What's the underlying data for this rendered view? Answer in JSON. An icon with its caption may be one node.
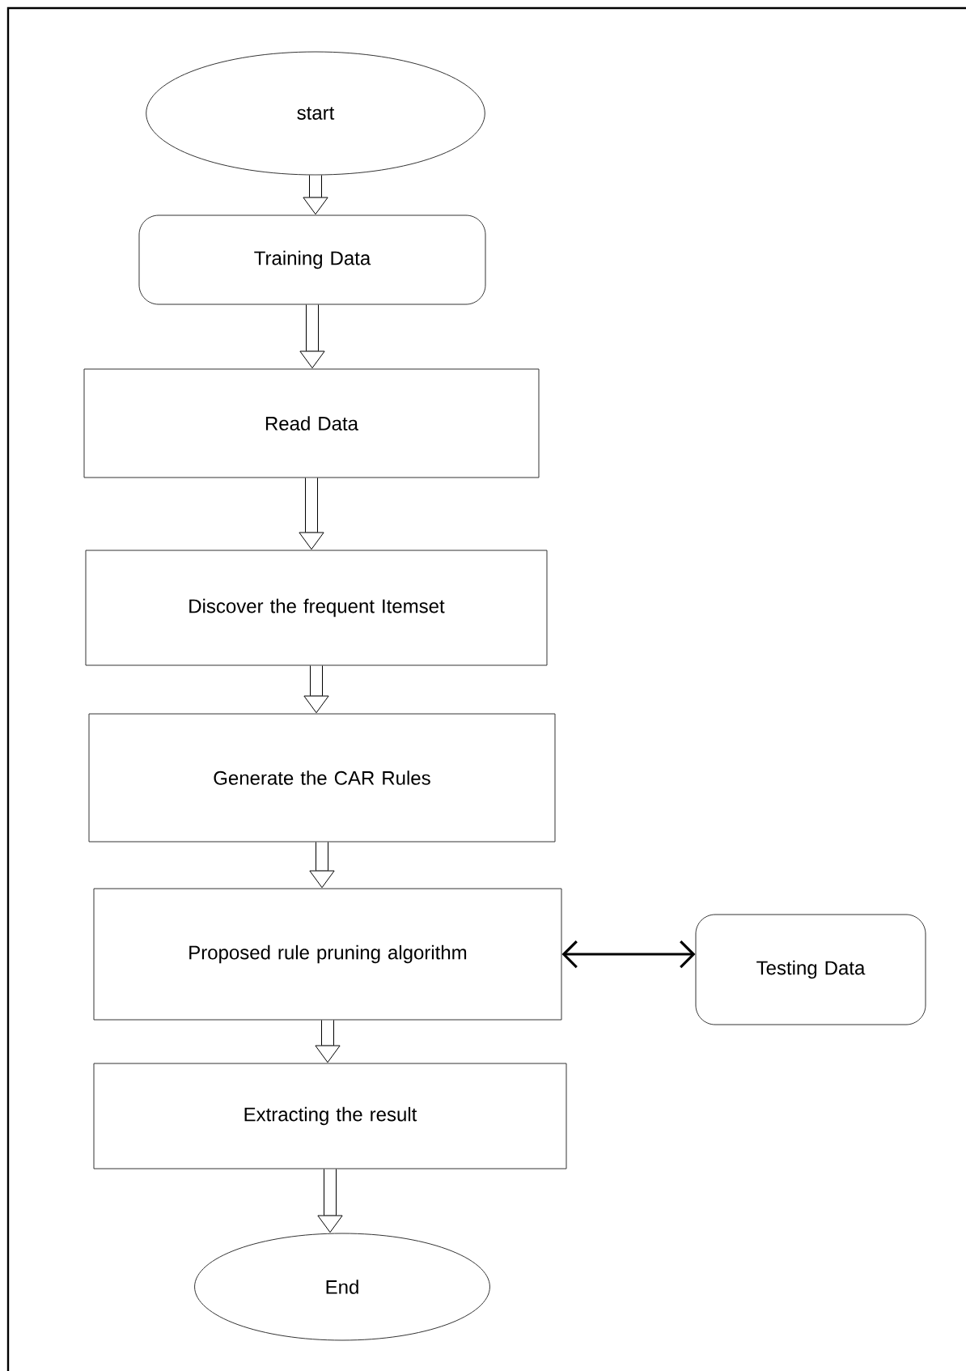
{
  "diagram": {
    "nodes": [
      {
        "text": [
          "start"
        ]
      },
      {
        "text": [
          "Training Data"
        ]
      },
      {
        "text": [
          "Read Data"
        ]
      },
      {
        "text": [
          "Discover the frequent Itemset"
        ]
      },
      {
        "text": [
          "Generate the CAR Rules"
        ]
      },
      {
        "text": [
          "Proposed rule pruning algorithm"
        ]
      },
      {
        "text": [
          "Testing Data"
        ]
      },
      {
        "text": [
          "Extracting the result"
        ]
      },
      {
        "text": [
          "End"
        ]
      }
    ],
    "edges": [
      {
        "from": 0,
        "to": 1,
        "arrow": "to"
      },
      {
        "from": 1,
        "to": 2,
        "arrow": "to"
      },
      {
        "from": 2,
        "to": 3,
        "arrow": "to"
      },
      {
        "from": 3,
        "to": 4,
        "arrow": "to"
      },
      {
        "from": 4,
        "to": 5,
        "arrow": "to"
      },
      {
        "from": 5,
        "to": 6,
        "arrow": "both"
      },
      {
        "from": 5,
        "to": 7,
        "arrow": "to"
      },
      {
        "from": 7,
        "to": 8,
        "arrow": "to"
      }
    ]
  }
}
